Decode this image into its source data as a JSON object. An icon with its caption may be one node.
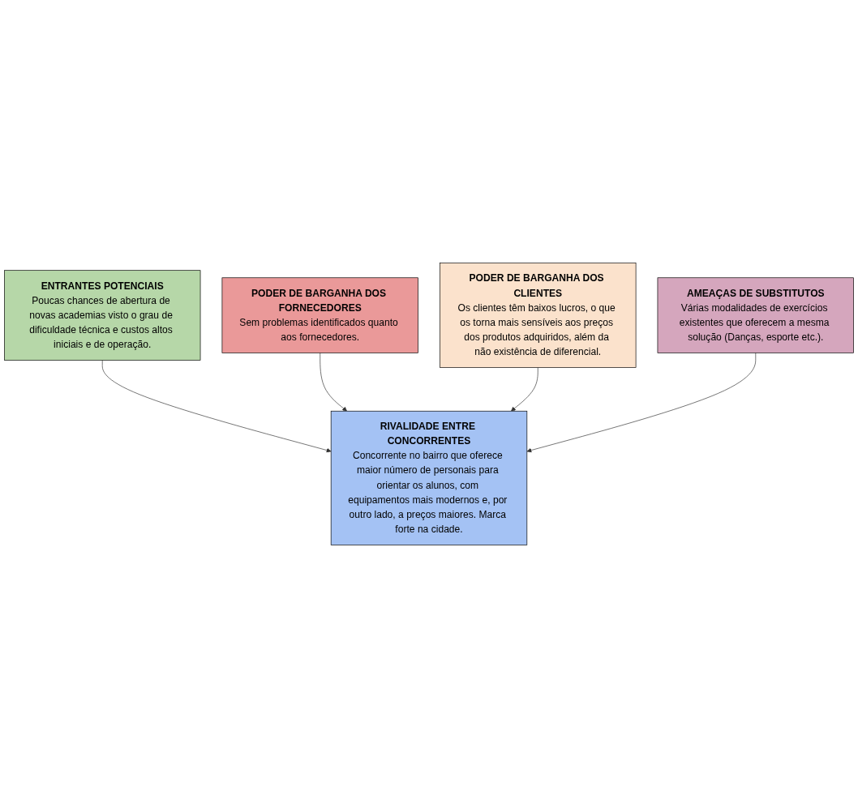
{
  "diagram": {
    "nodes": [
      {
        "text": [
          "ENTRANTES POTENCIAIS",
          "Poucas chances de abertura de novas academias visto o grau de dificuldade técnica e custos altos iniciais e de operação."
        ]
      },
      {
        "text": [
          "RIVALIDADE ENTRE CONCORRENTES",
          "Concorrente no bairro que oferece maior número de personais para orientar os alunos, com equipamentos mais modernos e, por outro lado, a preços maiores. Marca forte na cidade."
        ]
      },
      {
        "text": [
          "PODER DE BARGANHA DOS FORNECEDORES",
          "Sem problemas identificados quanto aos fornecedores."
        ]
      },
      {
        "text": [
          "PODER DE BARGANHA DOS CLIENTES",
          "Os clientes têm baixos lucros, o que os torna mais sensíveis aos preços dos produtos adquiridos, além da não existência de diferencial."
        ]
      },
      {
        "text": [
          "AMEAÇAS DE SUBSTITUTOS",
          "Várias modalidades de exercícios existentes que oferecem a mesma solução (Danças, esporte etc.)."
        ]
      }
    ],
    "edges": [
      {
        "from": 0,
        "to": 1,
        "arrow": "to"
      },
      {
        "from": 2,
        "to": 1,
        "arrow": "to"
      },
      {
        "from": 3,
        "to": 1,
        "arrow": "to"
      },
      {
        "from": 4,
        "to": 1,
        "arrow": "to"
      }
    ]
  }
}
